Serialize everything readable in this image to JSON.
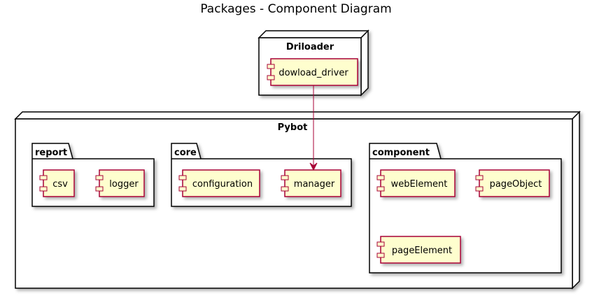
{
  "diagram": {
    "title": "Packages - Component Diagram",
    "nodes": {
      "driloader": {
        "label": "Driloader",
        "components": {
          "dowload_driver": "dowload_driver"
        }
      },
      "pybot": {
        "label": "Pybot",
        "packages": {
          "report": {
            "label": "report",
            "components": {
              "csv": "csv",
              "logger": "logger"
            }
          },
          "core": {
            "label": "core",
            "components": {
              "configuration": "configuration",
              "manager": "manager"
            }
          },
          "component": {
            "label": "component",
            "components": {
              "webElement": "webElement",
              "pageObject": "pageObject",
              "pageElement": "pageElement"
            }
          }
        }
      }
    },
    "edges": [
      {
        "from": "dowload_driver",
        "to": "manager"
      }
    ],
    "colors": {
      "component_fill": "#FEFECE",
      "component_border": "#A80036",
      "arrow": "#A80036",
      "node_border": "#000000"
    }
  }
}
